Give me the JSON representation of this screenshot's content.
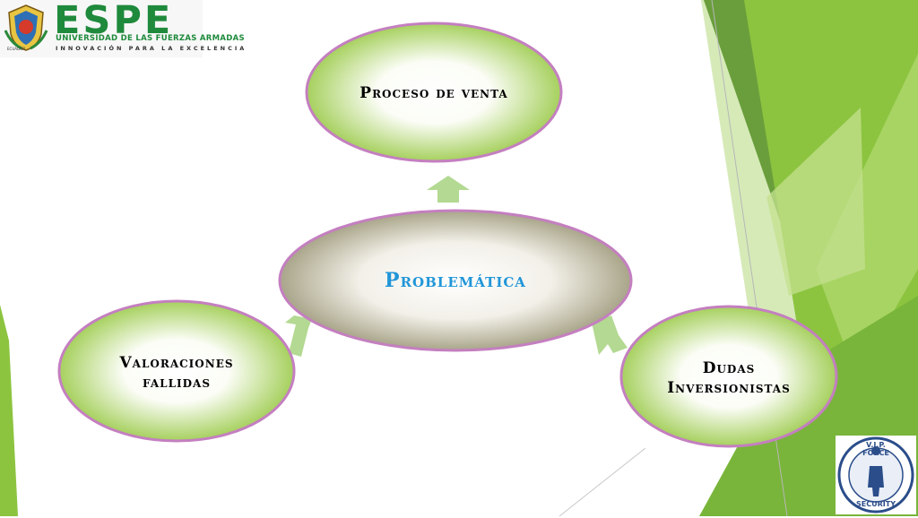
{
  "logo": {
    "name": "ESPE",
    "university": "UNIVERSIDAD DE LAS FUERZAS ARMADAS",
    "motto": "INNOVACIÓN PARA LA EXCELENCIA",
    "crest_caption": "ECUADOR"
  },
  "diagram": {
    "center": "Problemática",
    "nodes": {
      "top": "Proceso de venta",
      "left_line1": "Valoraciones",
      "left_line2": "fallidas",
      "right_line1": "Dudas",
      "right_line2": "Inversionistas"
    }
  },
  "badge": {
    "top_text": "V.I.P. FORCE",
    "bottom_text": "SECURITY"
  },
  "colors": {
    "accent_green": "#8dc63f",
    "dark_green": "#5a9a2e",
    "center_text": "#2196d8",
    "oval_border": "#c47fc0"
  }
}
